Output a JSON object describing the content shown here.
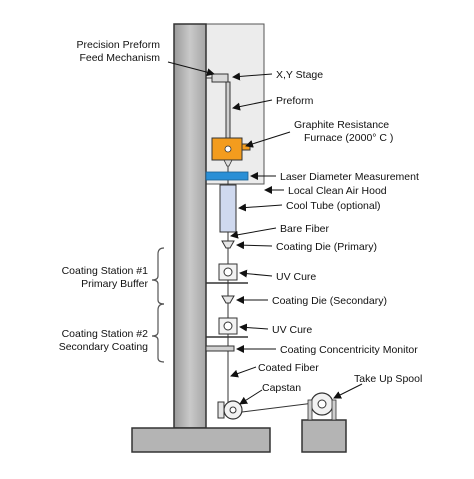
{
  "labels": {
    "feed_line1": "Precision Preform",
    "feed_line2": "Feed Mechanism",
    "xy_stage": "X,Y Stage",
    "preform": "Preform",
    "furnace_line1": "Graphite Resistance",
    "furnace_line2": "Furnace (2000° C )",
    "laser": "Laser Diameter Measurement",
    "air_hood": "Local Clean Air Hood",
    "cool_tube": "Cool Tube (optional)",
    "bare_fiber": "Bare Fiber",
    "coating_die_primary": "Coating Die (Primary)",
    "station1_line1": "Coating Station #1",
    "station1_line2": "Primary Buffer",
    "uv_cure_1": "UV Cure",
    "coating_die_secondary": "Coating Die (Secondary)",
    "station2_line1": "Coating Station #2",
    "station2_line2": "Secondary Coating",
    "uv_cure_2": "UV Cure",
    "concentricity": "Coating Concentricity Monitor",
    "coated_fiber": "Coated Fiber",
    "capstan": "Capstan",
    "take_up_spool": "Take Up Spool"
  },
  "colors": {
    "tower": "#b9b9b9",
    "hood": "#ececec",
    "furnace": "#f39c1e",
    "laser_bar": "#2a8fd6",
    "cool_tube": "#cfd9ef"
  }
}
